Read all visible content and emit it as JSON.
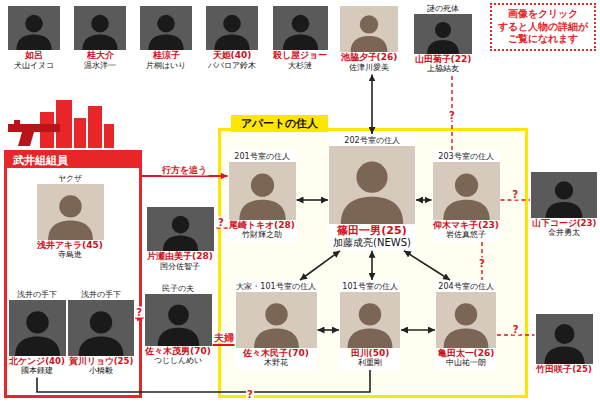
{
  "diagram": {
    "nodes": [
      {
        "text": [
          "画像をクリック すると人物の詳細が ご覧になれます"
        ]
      },
      {
        "text": [
          "如呂",
          "犬山イヌコ"
        ]
      },
      {
        "text": [
          "桂大介",
          "温水洋一"
        ]
      },
      {
        "text": [
          "桂涼子",
          "片桐はいり"
        ]
      },
      {
        "text": [
          "天姫(40)",
          "ババロア鈴木"
        ]
      },
      {
        "text": [
          "殺し屋ジョー",
          "大杉漣"
        ]
      },
      {
        "text": [
          "池脇夕子(26)",
          "佐津川愛美"
        ]
      },
      {
        "text": [
          "謎の死体",
          "山田菊子(22)",
          "上脇結友"
        ]
      },
      {
        "text": [
          "武井組組員"
        ]
      },
      {
        "text": [
          "ヤクザ",
          "浅井アキラ(45)",
          "寺島進"
        ],
        "in": 8
      },
      {
        "text": [
          "浅井の手下",
          "北ケンジ(40)",
          "國本鍾建"
        ],
        "in": 8
      },
      {
        "text": [
          "浅井の手下",
          "賀川リョウ(25)",
          "小橋毅"
        ],
        "in": 8
      },
      {
        "text": [
          "アパートの住人"
        ]
      },
      {
        "text": [
          "201号室の住人",
          "尾崎トキオ(28)",
          "竹財輝之助"
        ],
        "in": 12
      },
      {
        "text": [
          "202号室の住人",
          "篠田一男(25)",
          "加藤成亮(NEWS)"
        ],
        "in": 12
      },
      {
        "text": [
          "203号室の住人",
          "仰木マキ子(23)",
          "岩佐真悠子"
        ],
        "in": 12
      },
      {
        "text": [
          "山下コージ(23)",
          "金井勇太"
        ]
      },
      {
        "text": [
          "片瀬由美子(28)",
          "国分佐智子"
        ]
      },
      {
        "text": [
          "民子の夫",
          "佐々木茂男(70)",
          "つじしんめい"
        ]
      },
      {
        "text": [
          "大家・101号室の住人",
          "佐々木民子(70)",
          "木野花"
        ],
        "in": 12
      },
      {
        "text": [
          "101号室の住人",
          "田川(50)",
          "利重剛"
        ],
        "in": 12
      },
      {
        "text": [
          "204号室の住人",
          "亀田太一(26)",
          "中山祐一朗"
        ],
        "in": 12
      },
      {
        "text": [
          "竹田咲子(25)"
        ]
      }
    ],
    "edges": [
      {
        "from": 8,
        "to": 13,
        "arrow": "to",
        "label": "行方を追う"
      },
      {
        "from": 13,
        "to": 14,
        "arrow": "both"
      },
      {
        "from": 14,
        "to": 15,
        "arrow": "both"
      },
      {
        "from": 6,
        "to": 14,
        "arrow": "both"
      },
      {
        "from": 14,
        "to": 19,
        "arrow": "both"
      },
      {
        "from": 14,
        "to": 20,
        "arrow": "both"
      },
      {
        "from": 14,
        "to": 21,
        "arrow": "both"
      },
      {
        "from": 15,
        "to": 21,
        "arrow": "none",
        "label": "?"
      },
      {
        "from": 19,
        "to": 20,
        "arrow": "both"
      },
      {
        "from": 20,
        "to": 21,
        "arrow": "both"
      },
      {
        "from": 13,
        "to": 17,
        "arrow": "none",
        "label": "?"
      },
      {
        "from": 15,
        "to": 16,
        "arrow": "none",
        "label": "?"
      },
      {
        "from": 7,
        "to": 15,
        "arrow": "none",
        "label": "?"
      },
      {
        "from": 21,
        "to": 22,
        "arrow": "none",
        "label": "?"
      },
      {
        "from": 18,
        "to": 19,
        "arrow": "none",
        "label": "夫婦"
      },
      {
        "from": 11,
        "to": 18,
        "arrow": "to",
        "label": "?"
      },
      {
        "from": 10,
        "to": 20,
        "arrow": "none",
        "label": "?"
      }
    ]
  }
}
